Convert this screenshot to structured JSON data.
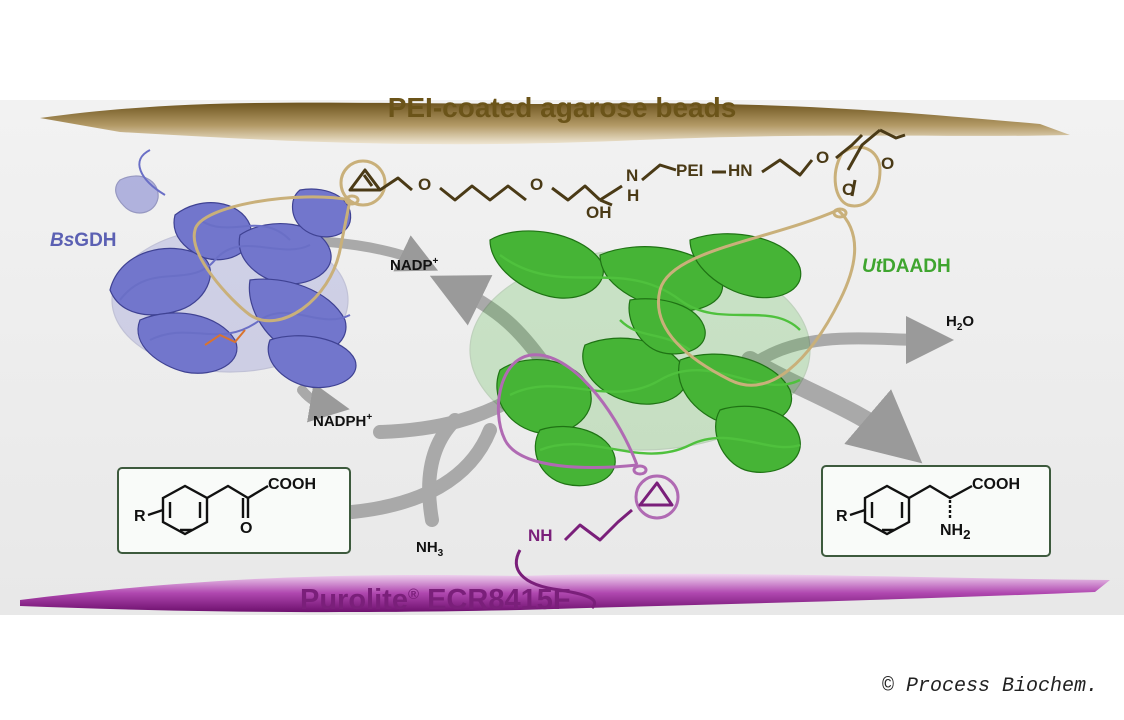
{
  "diagram": {
    "top_support_label": "PEI-coated agarose beads",
    "bottom_support_label": {
      "name": "Purolite",
      "mark": "®",
      "code": "ECR8415F"
    },
    "enzyme_left": {
      "prefix": "Bs",
      "suffix": "GDH"
    },
    "enzyme_right": {
      "prefix": "Ut",
      "suffix": "DAADH"
    },
    "cofactor_oxidized": {
      "base": "NADP",
      "sup": "+"
    },
    "cofactor_reduced": {
      "base": "NADPH",
      "sup": "+"
    },
    "ammonia": {
      "base": "NH",
      "sub": "3"
    },
    "water": {
      "pre": "H",
      "sub": "2",
      "post": "O"
    },
    "linker_labels": {
      "oh": "OH",
      "n": "N",
      "h": "H",
      "pei": "PEI",
      "hn": "HN",
      "o": "O"
    },
    "linker_bottom": {
      "nh": "NH"
    },
    "substrate_box": {
      "r": "R",
      "cooh": "COOH",
      "o": "O"
    },
    "product_box": {
      "r": "R",
      "cooh": "COOH",
      "nh2_base": "NH",
      "nh2_sub": "2"
    },
    "colors": {
      "top_bead": "#8c7034",
      "bottom_bead": "#8a1c8a",
      "left_enzyme": "#6f73c9",
      "right_enzyme": "#3fb12d",
      "tether_tan": "#c9b07a",
      "tether_purple": "#b06ab3",
      "box_border": "#3d5a3d"
    },
    "copyright": "© Process Biochem."
  }
}
